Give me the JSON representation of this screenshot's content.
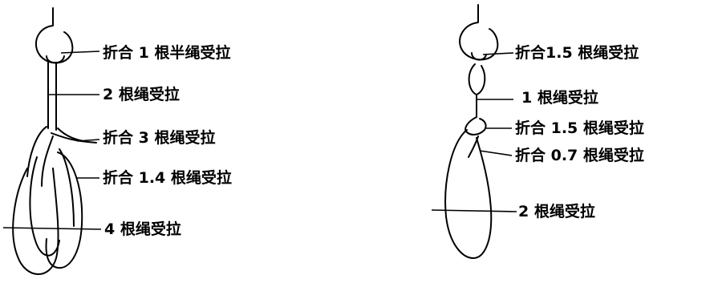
{
  "left_diagram": {
    "labels": [
      "折合 1 根半绳受拉",
      "2 根绳受拉",
      "折合 3 根绳受拉",
      "折合 1.4 根绳受拉",
      "4 根绳受拉"
    ]
  },
  "right_diagram": {
    "labels": [
      "折合1.5 根绳受拉",
      "1 根绳受拉",
      "折合 1.5 根绳受拉",
      "折合 0.7 根绳受拉",
      "2 根绳受拉"
    ]
  }
}
